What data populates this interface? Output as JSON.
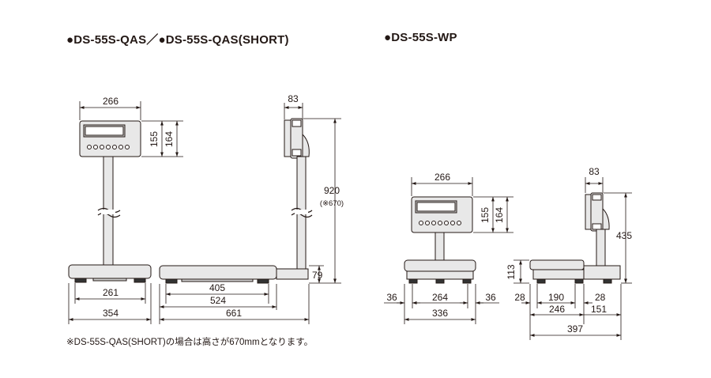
{
  "headings": {
    "left": "●DS-55S-QAS／●DS-55S-QAS(SHORT)",
    "right": "●DS-55S-WP"
  },
  "footnote": "※DS-55S-QAS(SHORT)の場合は高さが670mmとなります。",
  "qas_front": {
    "display_width": "266",
    "display_height_inner": "155",
    "display_height_outer": "164",
    "foot_span": "261",
    "base_width": "354"
  },
  "qas_side": {
    "display_depth": "83",
    "total_height": "920",
    "total_height_short": "(※670)",
    "platform_height": "79",
    "foot_span": "405",
    "platform_depth": "524",
    "overall_depth": "661"
  },
  "wp_front": {
    "display_width": "266",
    "display_height_inner": "155",
    "display_height_outer": "164",
    "offset_left": "36",
    "foot_span": "264",
    "offset_right": "36",
    "base_width": "336"
  },
  "wp_side": {
    "display_depth": "83",
    "total_height": "435",
    "platform_height": "113",
    "offset_left": "28",
    "foot_span": "190",
    "offset_right": "28",
    "platform_depth": "246",
    "rear_offset": "151",
    "overall_depth": "397"
  }
}
